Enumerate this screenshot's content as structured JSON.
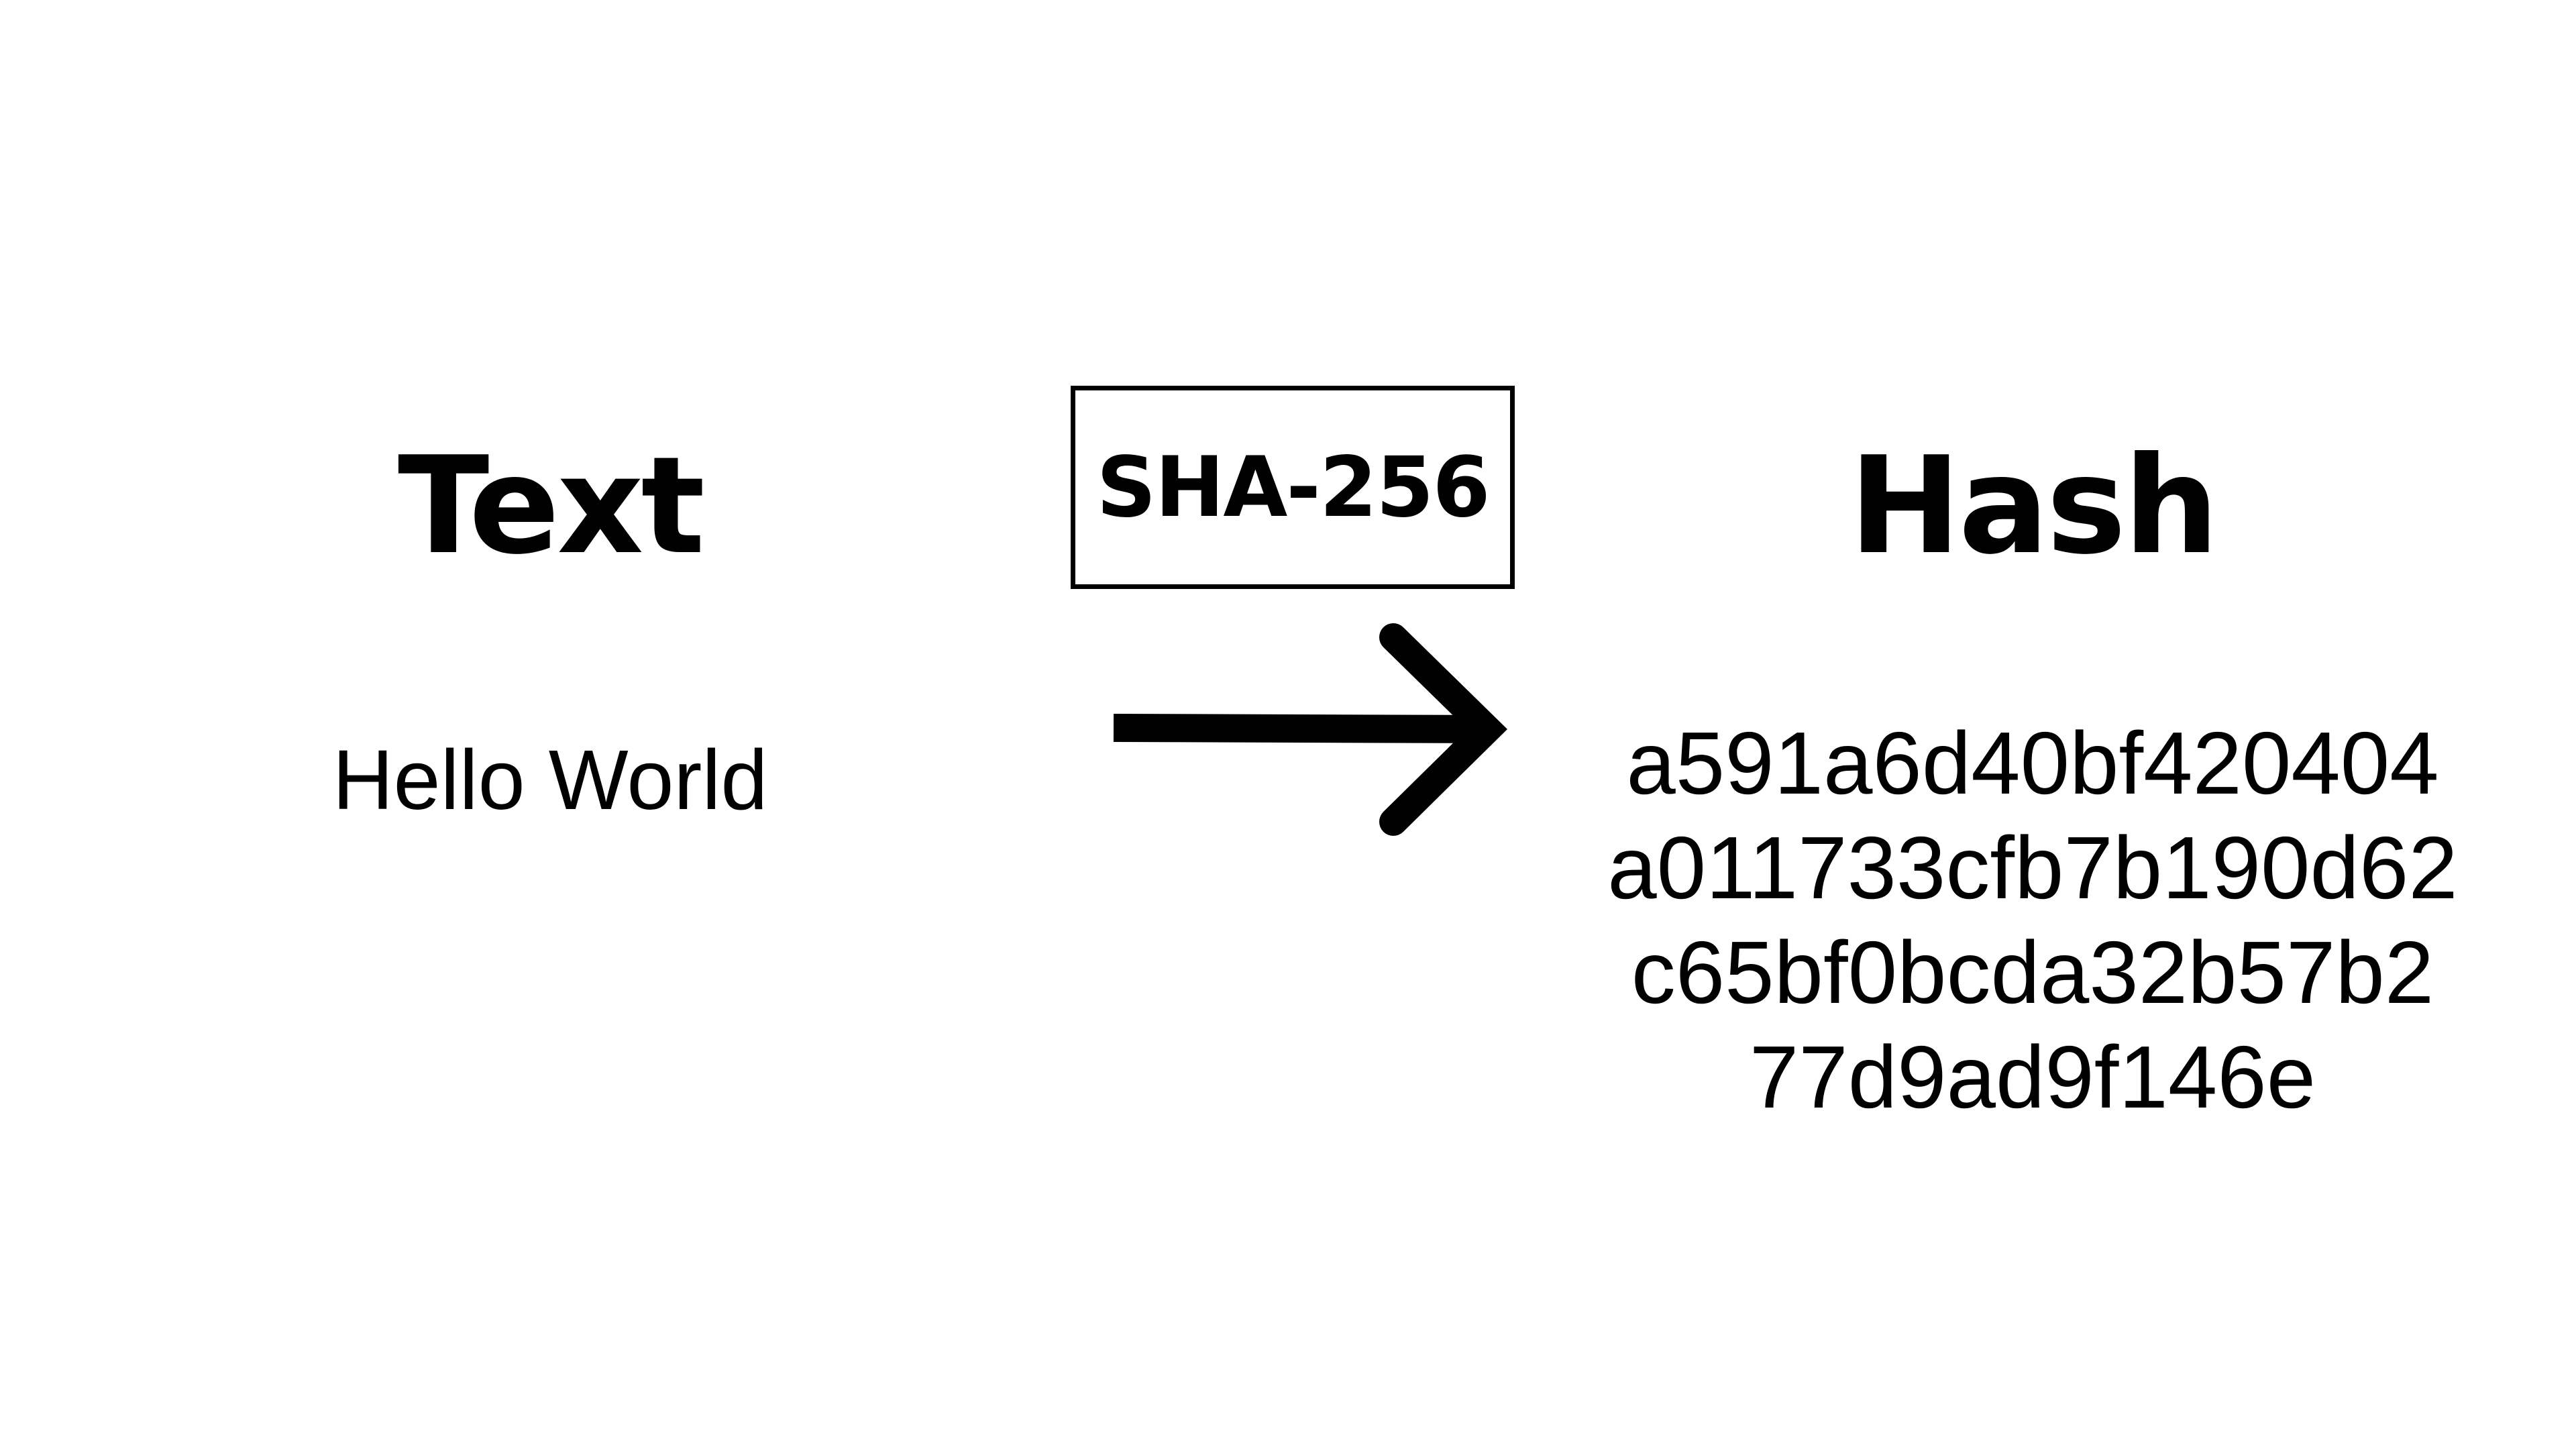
{
  "input": {
    "heading": "Text",
    "value": "Hello World"
  },
  "algorithm": {
    "label": "SHA-256"
  },
  "output": {
    "heading": "Hash",
    "lines": [
      "a591a6d40bf420404",
      "a011733cfb7b190d62",
      "c65bf0bcda32b57b2",
      "77d9ad9f146e"
    ]
  },
  "icons": {
    "arrow": "arrow-right-icon"
  },
  "colors": {
    "foreground": "#000000",
    "background": "#ffffff"
  }
}
